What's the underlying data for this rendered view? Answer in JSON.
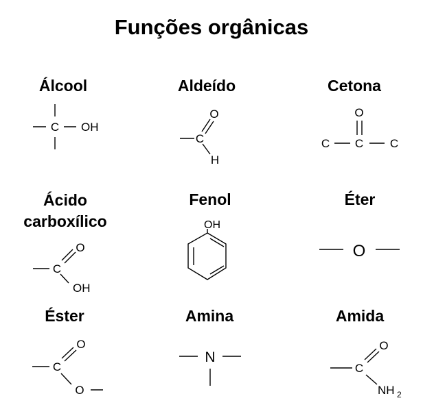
{
  "title": "Funções orgânicas",
  "groups": [
    {
      "label": "Álcool",
      "atoms": {
        "c": "C",
        "oh": "OH"
      }
    },
    {
      "label": "Aldeído",
      "atoms": {
        "c": "C",
        "o": "O",
        "h": "H"
      }
    },
    {
      "label": "Cetona",
      "atoms": {
        "c_left": "C",
        "c_center": "C",
        "c_right": "C",
        "o": "O"
      }
    },
    {
      "label_lines": [
        "Ácido",
        "carboxílico"
      ],
      "atoms": {
        "c": "C",
        "o": "O",
        "oh": "OH"
      }
    },
    {
      "label": "Fenol",
      "atoms": {
        "oh": "OH"
      }
    },
    {
      "label": "Éter",
      "atoms": {
        "o": "O"
      }
    },
    {
      "label": "Éster",
      "atoms": {
        "c": "C",
        "o_double": "O",
        "o_single": "O"
      }
    },
    {
      "label": "Amina",
      "atoms": {
        "n": "N"
      }
    },
    {
      "label": "Amida",
      "atoms": {
        "c": "C",
        "o": "O",
        "nh": "NH",
        "nh_sub": "2"
      }
    }
  ]
}
